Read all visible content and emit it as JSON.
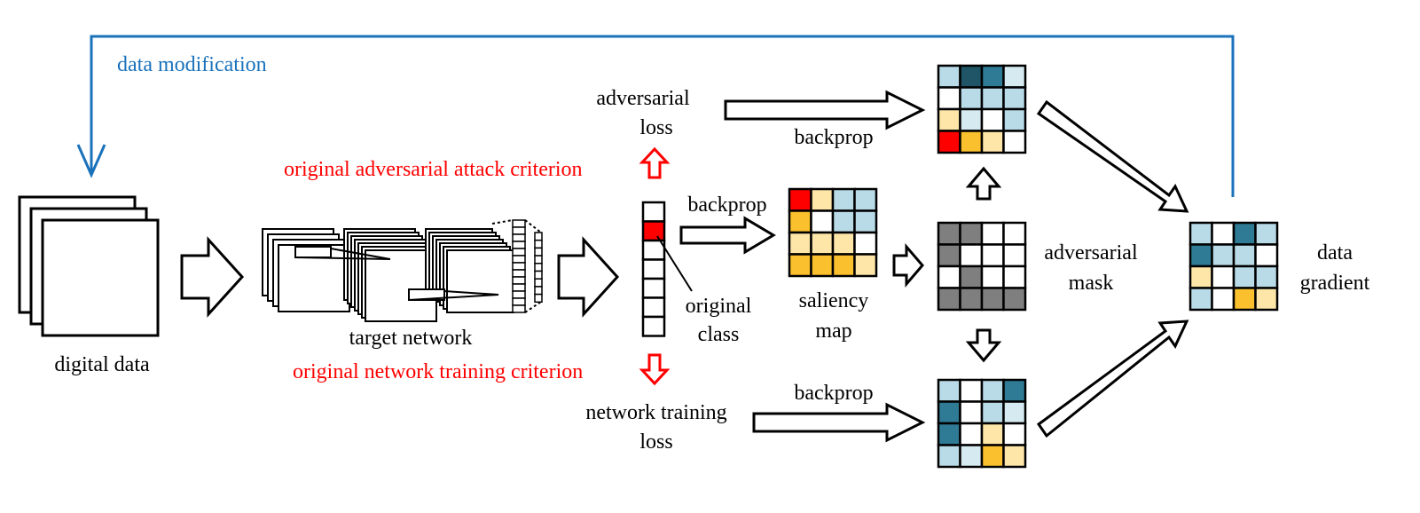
{
  "labels": {
    "data_modification": "data modification",
    "adversarial_loss_1": "adversarial",
    "adversarial_loss_2": "loss",
    "backprop_top": "backprop",
    "backprop_mid": "backprop",
    "backprop_bottom": "backprop",
    "original_adversarial_attack_criterion": "original adversarial attack criterion",
    "original_network_training_criterion": "original network training criterion",
    "digital_data": "digital data",
    "target_network": "target network",
    "original_class_1": "original",
    "original_class_2": "class",
    "saliency_map_1": "saliency",
    "saliency_map_2": "map",
    "adversarial_mask_1": "adversarial",
    "adversarial_mask_2": "mask",
    "data_gradient_1": "data",
    "data_gradient_2": "gradient",
    "network_training_loss_1": "network training",
    "network_training_loss_2": "loss"
  },
  "colors": {
    "blue_feedback": "#1a72bb",
    "red_criterion": "#ff0000",
    "light_blue": "#b9dbe7",
    "dark_teal": "#2f7a95",
    "very_dark_teal": "#1f5566",
    "yellow_light": "#fde6a8",
    "yellow": "#fbc02d",
    "gray": "#7f7f7f",
    "red_cell": "#ff0000"
  },
  "grids": {
    "adversarial_loss_grad": [
      [
        "lb",
        "vd",
        "dt",
        "lb2"
      ],
      [
        "w",
        "lb",
        "lb",
        "lb"
      ],
      [
        "yl",
        "lb2",
        "w",
        "lb"
      ],
      [
        "r",
        "y",
        "yl",
        "w"
      ]
    ],
    "saliency_map": [
      [
        "r",
        "yl",
        "lb",
        "lb"
      ],
      [
        "y",
        "w",
        "lb",
        "lb"
      ],
      [
        "yl",
        "yl",
        "yl",
        "w"
      ],
      [
        "y",
        "y",
        "y",
        "yl"
      ]
    ],
    "adversarial_mask": [
      [
        "g",
        "g",
        "w",
        "w"
      ],
      [
        "g",
        "w",
        "w",
        "w"
      ],
      [
        "w",
        "g",
        "w",
        "w"
      ],
      [
        "g",
        "g",
        "g",
        "g"
      ]
    ],
    "network_training_grad": [
      [
        "lb",
        "w",
        "lb",
        "dt"
      ],
      [
        "dt",
        "w",
        "lb",
        "lb2"
      ],
      [
        "dt",
        "w",
        "yl",
        "w"
      ],
      [
        "lb",
        "lb2",
        "y",
        "yl"
      ]
    ],
    "data_gradient": [
      [
        "lb",
        "w",
        "dt",
        "lb"
      ],
      [
        "dt",
        "lb",
        "lb",
        "w"
      ],
      [
        "yl",
        "w",
        "lb",
        "lb"
      ],
      [
        "lb",
        "w",
        "y",
        "yl"
      ]
    ]
  }
}
